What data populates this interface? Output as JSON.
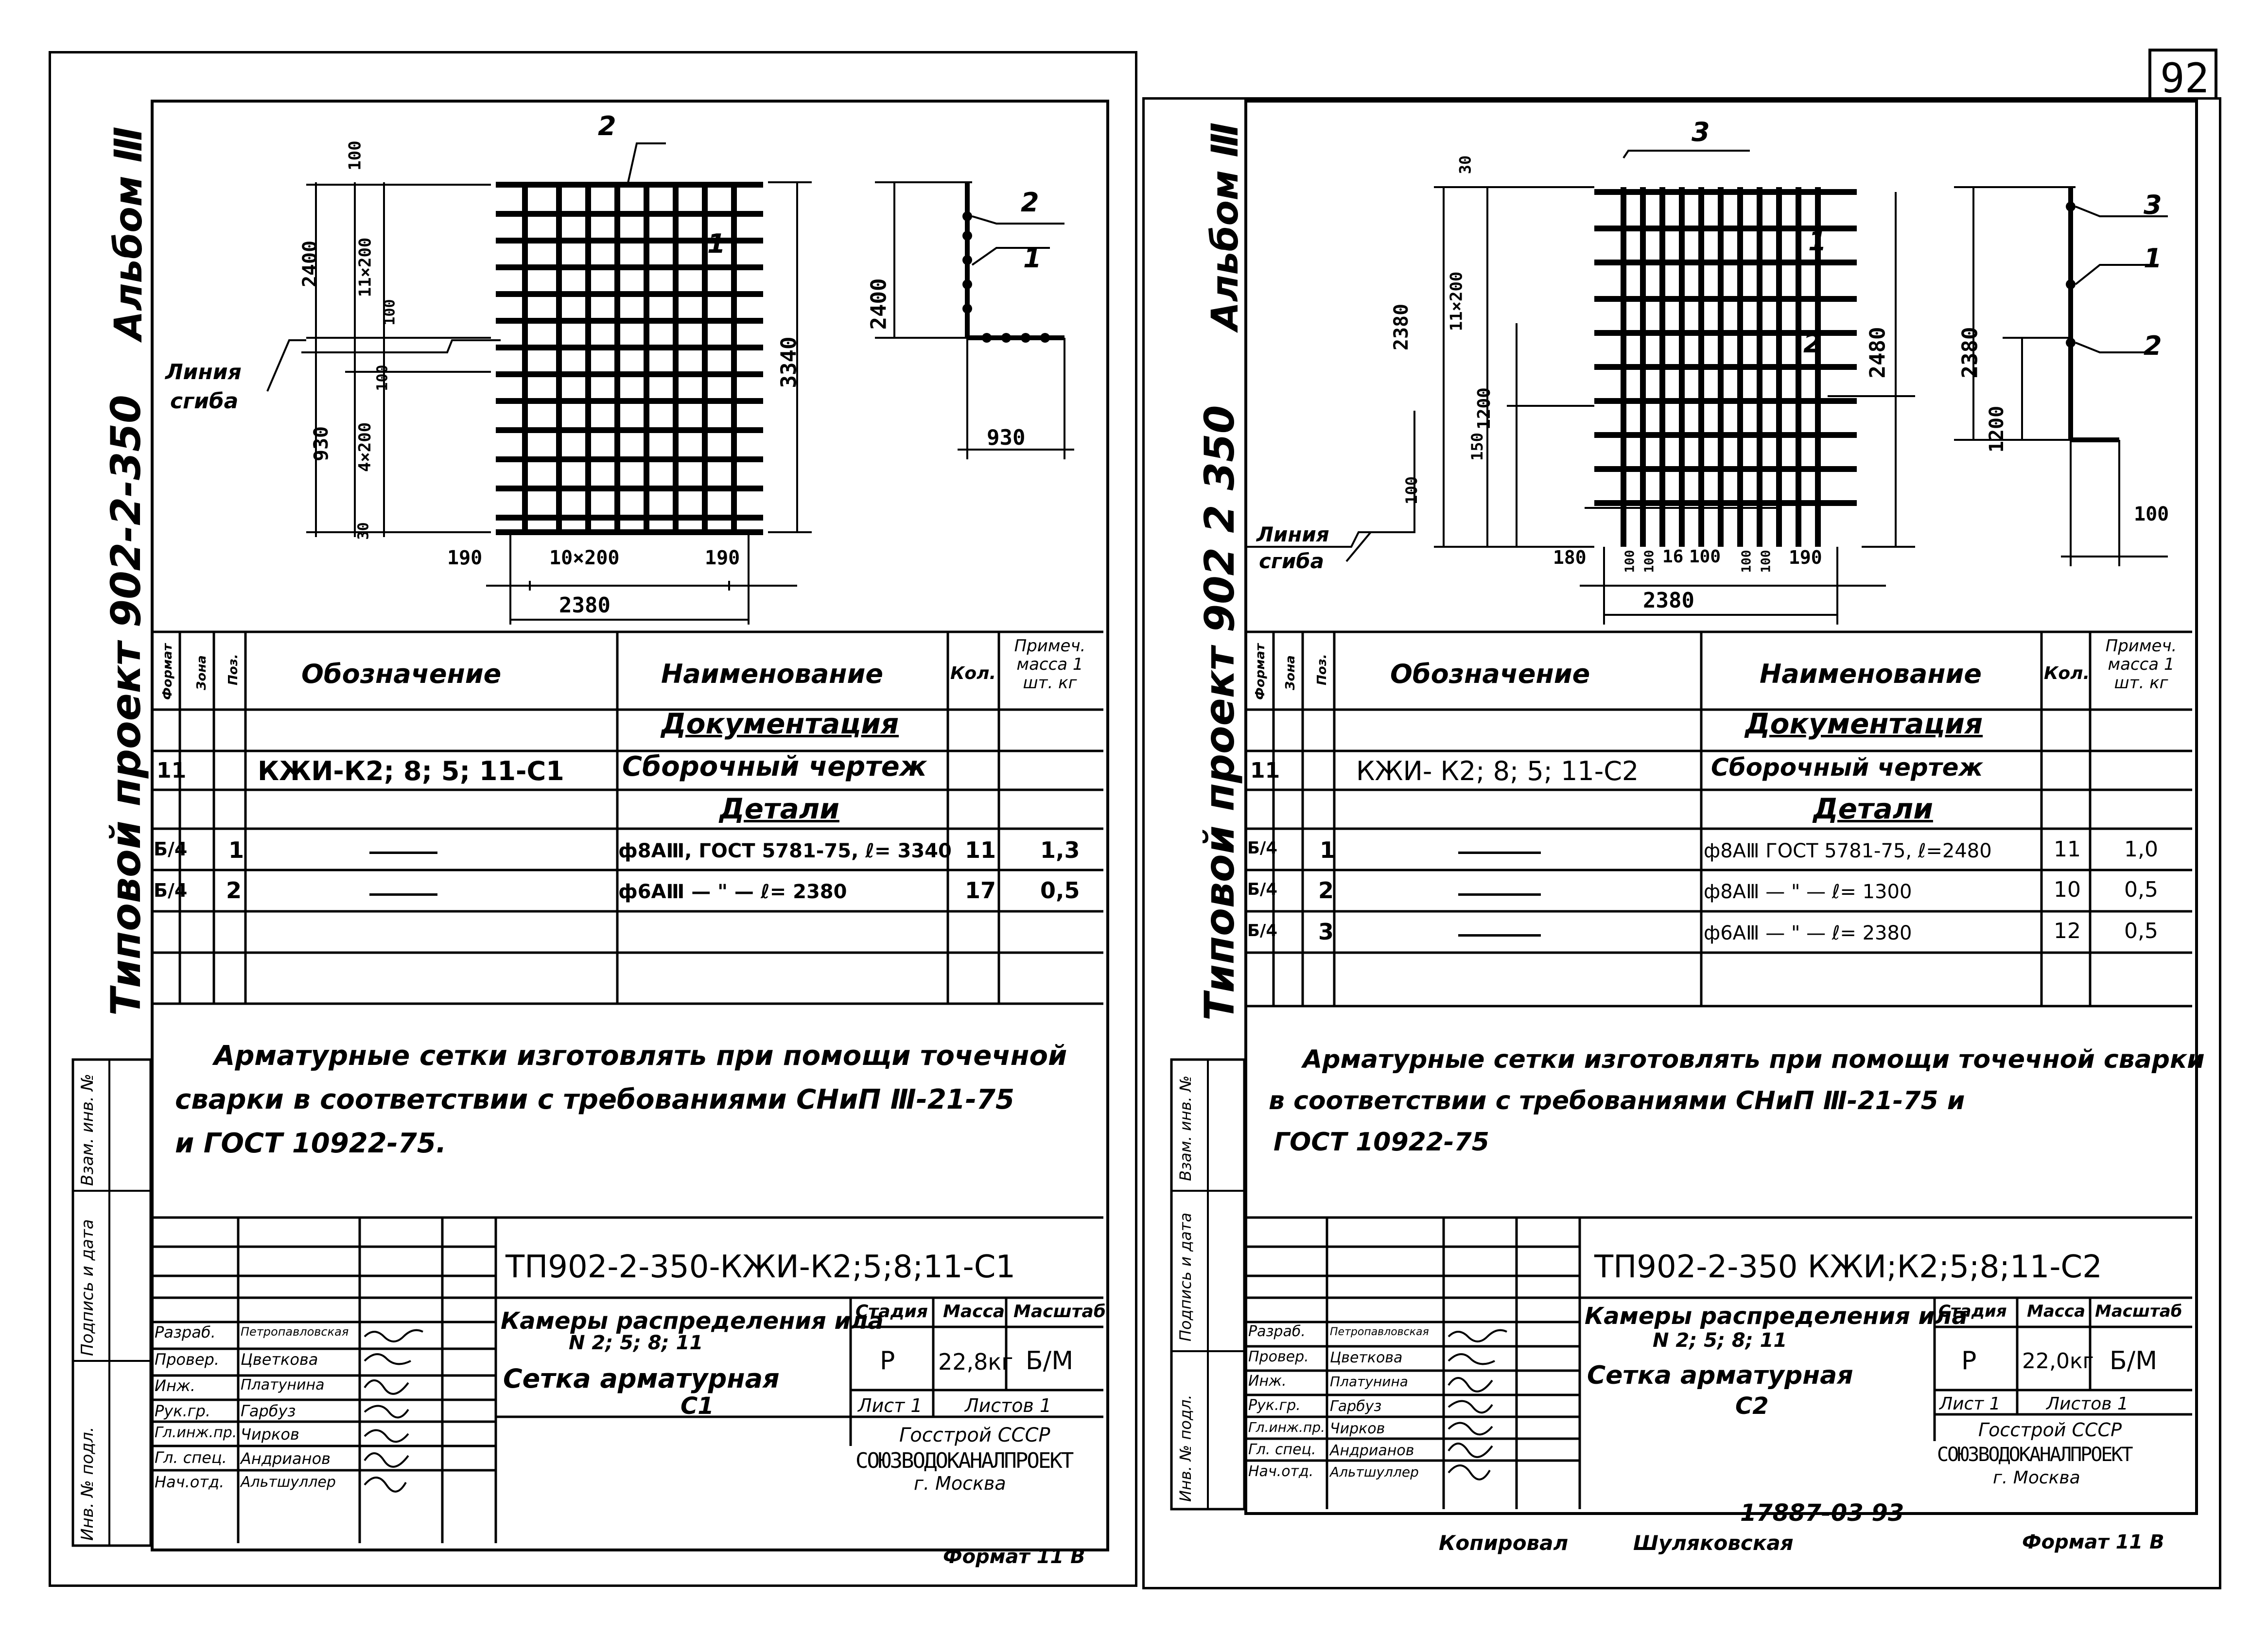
{
  "page_number": "92",
  "left": {
    "album": "Альбом Ⅲ",
    "project": "Типовой проект 902-2-350",
    "side_stamp": [
      "Инв. № подл.",
      "Подпись и дата",
      "Взам. инв. №"
    ],
    "drawing": {
      "dims": [
        "100",
        "11×200",
        "2400",
        "100",
        "100",
        "4×200",
        "930",
        "30",
        "190",
        "10×200",
        "190",
        "2380",
        "3340",
        "2400",
        "930"
      ],
      "leaders": [
        "2",
        "1",
        "2",
        "1"
      ],
      "bend_line": [
        "Линия",
        "сгиба"
      ]
    },
    "spec": {
      "headers": [
        "Формат",
        "Зона",
        "Поз.",
        "Обозначение",
        "Наименование",
        "Кол.",
        "Примеч. масса 1 шт. кг"
      ],
      "section_doc": "Документация",
      "doc_row": {
        "format": "11",
        "code": "КЖИ-К2; 8; 5; 11-С1",
        "name": "Сборочный чертеж"
      },
      "section_parts": "Детали",
      "rows": [
        {
          "format": "Б/4",
          "pos": "1",
          "name": "ф8АⅢ, ГОСТ 5781-75, ℓ= 3340",
          "qty": "11",
          "mass": "1,3"
        },
        {
          "format": "Б/4",
          "pos": "2",
          "name": "ф6АⅢ  — \" —   ℓ= 2380",
          "qty": "17",
          "mass": "0,5"
        }
      ]
    },
    "note": [
      "Арматурные сетки изготовлять при помощи точечной",
      "сварки в соответствии с требованиями СНиП Ⅲ-21-75",
      "и ГОСТ 10922-75."
    ],
    "title_block": {
      "code": "ТП902-2-350-КЖИ-К2;5;8;11-С1",
      "title": [
        "Камеры распределения ила",
        "N 2; 5; 8; 11",
        "Сетка арматурная",
        "С1"
      ],
      "stage_label": "Стадия",
      "mass_label": "Масса",
      "scale_label": "Масштаб",
      "stage": "Р",
      "mass": "22,8кг",
      "scale": "Б/М",
      "sheet": "Лист 1",
      "sheets": "Листов 1",
      "org": [
        "Госстрой СССР",
        "СОЮЗВОДОКАНАЛПРОЕКТ",
        "г. Москва"
      ],
      "roles": [
        "Разраб.",
        "Провер.",
        "Инж.",
        "Рук.гр.",
        "Гл.инж.пр.",
        "Гл. спец.",
        "Нач.отд."
      ],
      "names": [
        "Петропавловская",
        "Цветкова",
        "Платунина",
        "Гарбуз",
        "Чирков",
        "Андрианов",
        "Альтшуллер"
      ]
    },
    "format": "Формат 11 В"
  },
  "right": {
    "album": "Альбом Ⅲ",
    "project": "Типовой проект 902 2 350",
    "side_stamp": [
      "Инв. № подл.",
      "Подпись и дата",
      "Взам. инв. №"
    ],
    "drawing": {
      "dims": [
        "30",
        "11×200",
        "2380",
        "1200",
        "150",
        "100",
        "2480",
        "180",
        "100",
        "100",
        "16",
        "100",
        "100",
        "100",
        "190",
        "2380",
        "2380",
        "1200",
        "100"
      ],
      "leaders": [
        "3",
        "1",
        "2",
        "3",
        "1",
        "2"
      ],
      "bend_line": [
        "Линия",
        "сгиба"
      ]
    },
    "spec": {
      "headers": [
        "Формат",
        "Зона",
        "Поз.",
        "Обозначение",
        "Наименование",
        "Кол.",
        "Примеч. масса 1 шт. кг"
      ],
      "section_doc": "Документация",
      "doc_row": {
        "format": "11",
        "code": "КЖИ- К2; 8; 5; 11-С2",
        "name": "Сборочный чертеж"
      },
      "section_parts": "Детали",
      "rows": [
        {
          "format": "Б/4",
          "pos": "1",
          "name": "ф8АⅢ ГОСТ 5781-75, ℓ=2480",
          "qty": "11",
          "mass": "1,0"
        },
        {
          "format": "Б/4",
          "pos": "2",
          "name": "ф8АⅢ  — \" —   ℓ= 1300",
          "qty": "10",
          "mass": "0,5"
        },
        {
          "format": "Б/4",
          "pos": "3",
          "name": "ф6АⅢ  — \" —   ℓ= 2380",
          "qty": "12",
          "mass": "0,5"
        }
      ]
    },
    "note": [
      "Арматурные сетки изготовлять при помощи точечной сварки",
      "в соответствии с требованиями СНиП Ⅲ-21-75 и",
      "ГОСТ 10922-75"
    ],
    "title_block": {
      "code": "ТП902-2-350 КЖИ;К2;5;8;11-С2",
      "title": [
        "Камеры распределения ила",
        "N 2; 5; 8; 11",
        "Сетка арматурная",
        "С2"
      ],
      "stage_label": "Стадия",
      "mass_label": "Масса",
      "scale_label": "Масштаб",
      "stage": "Р",
      "mass": "22,0кг",
      "scale": "Б/М",
      "sheet": "Лист 1",
      "sheets": "Листов 1",
      "org": [
        "Госстрой СССР",
        "СОЮЗВОДОКАНАЛПРОЕКТ",
        "г. Москва"
      ],
      "roles": [
        "Разраб.",
        "Провер.",
        "Инж.",
        "Рук.гр.",
        "Гл.инж.пр.",
        "Гл. спец.",
        "Нач.отд."
      ],
      "names": [
        "Петропавловская",
        "Цветкова",
        "Платунина",
        "Гарбуз",
        "Чирков",
        "Андрианов",
        "Альтшуллер"
      ]
    },
    "copy_code": "17887-03 93",
    "copied_label": "Копировал",
    "copied_name": "Шуляковская",
    "format": "Формат 11 В"
  }
}
